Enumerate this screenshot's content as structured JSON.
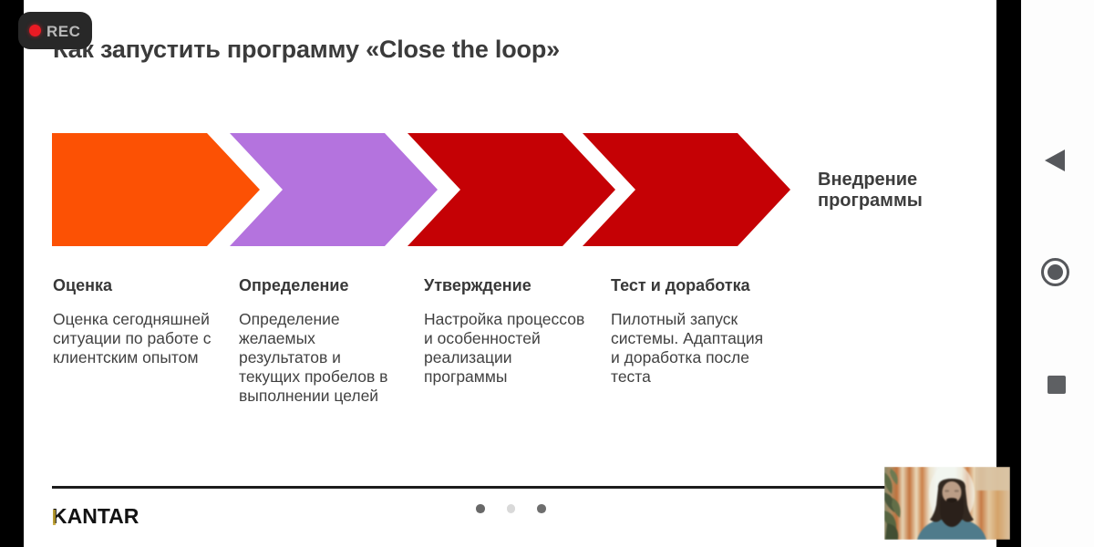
{
  "rec_badge": {
    "label": "REC",
    "dot_color": "#ea1b24"
  },
  "slide": {
    "title": "Как запустить программу «Close the loop»",
    "steps": [
      {
        "name": "Оценка",
        "arrow_color": "#fc5104",
        "description": "Оценка сегодняшней\nситуации по работе с\nклиентским опытом"
      },
      {
        "name": "Определение",
        "arrow_color": "#b473de",
        "description": "Определение\nжелаемых\nрезультатов и\nтекущих пробелов в\nвыполнении целей"
      },
      {
        "name": "Утверждение",
        "arrow_color": "#c50105",
        "description": "Настройка процессов\nи особенностей\nреализации\nпрограммы"
      },
      {
        "name": "Тест и доработка",
        "arrow_color": "#c50105",
        "description": "Пилотный запуск\nсистемы. Адаптация\nи доработка после\nтеста"
      }
    ],
    "outcome_label": "Внедрение\nпрограммы",
    "footer": {
      "logo": "KANTAR",
      "dots": [
        {
          "color": "#686868"
        },
        {
          "color": "#d9d9d9"
        },
        {
          "color": "#6e6e6e"
        }
      ]
    }
  },
  "nav_bar": {
    "icons": [
      {
        "name": "back"
      },
      {
        "name": "home"
      },
      {
        "name": "recents"
      }
    ]
  }
}
